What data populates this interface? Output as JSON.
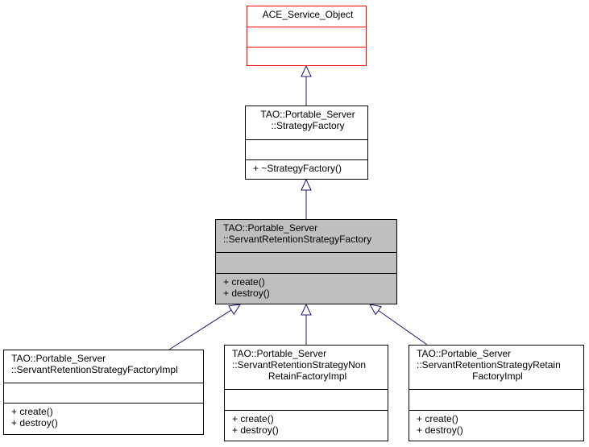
{
  "diagram": {
    "type": "uml-class-inheritance",
    "edge_color": "#191970",
    "highlight_fill": "#bfbfbf",
    "external_border_color": "#ff0000",
    "classes": [
      {
        "id": "ace_service_object",
        "title_lines": [
          "ACE_Service_Object"
        ],
        "attributes": [],
        "operations": [],
        "style": "external"
      },
      {
        "id": "strategy_factory",
        "title_lines": [
          "TAO::Portable_Server",
          "::StrategyFactory"
        ],
        "attributes": [],
        "operations": [
          "+ ~StrategyFactory()"
        ],
        "style": "normal"
      },
      {
        "id": "servant_retention_strategy_factory",
        "title_lines": [
          "TAO::Portable_Server",
          "::ServantRetentionStrategyFactory"
        ],
        "attributes": [],
        "operations": [
          "+ create()",
          "+ destroy()"
        ],
        "style": "highlighted"
      },
      {
        "id": "servant_retention_strategy_factory_impl",
        "title_lines": [
          "TAO::Portable_Server",
          "::ServantRetentionStrategyFactoryImpl"
        ],
        "attributes": [],
        "operations": [
          "+ create()",
          "+ destroy()"
        ],
        "style": "normal"
      },
      {
        "id": "servant_retention_strategy_non_retain_factory_impl",
        "title_lines": [
          "TAO::Portable_Server",
          "::ServantRetentionStrategyNon",
          "RetainFactoryImpl"
        ],
        "attributes": [],
        "operations": [
          "+ create()",
          "+ destroy()"
        ],
        "style": "normal"
      },
      {
        "id": "servant_retention_strategy_retain_factory_impl",
        "title_lines": [
          "TAO::Portable_Server",
          "::ServantRetentionStrategyRetain",
          "FactoryImpl"
        ],
        "attributes": [],
        "operations": [
          "+ create()",
          "+ destroy()"
        ],
        "style": "normal"
      }
    ],
    "edges": [
      {
        "from": "strategy_factory",
        "to": "ace_service_object",
        "kind": "inheritance"
      },
      {
        "from": "servant_retention_strategy_factory",
        "to": "strategy_factory",
        "kind": "inheritance"
      },
      {
        "from": "servant_retention_strategy_factory_impl",
        "to": "servant_retention_strategy_factory",
        "kind": "inheritance"
      },
      {
        "from": "servant_retention_strategy_non_retain_factory_impl",
        "to": "servant_retention_strategy_factory",
        "kind": "inheritance"
      },
      {
        "from": "servant_retention_strategy_retain_factory_impl",
        "to": "servant_retention_strategy_factory",
        "kind": "inheritance"
      }
    ]
  }
}
